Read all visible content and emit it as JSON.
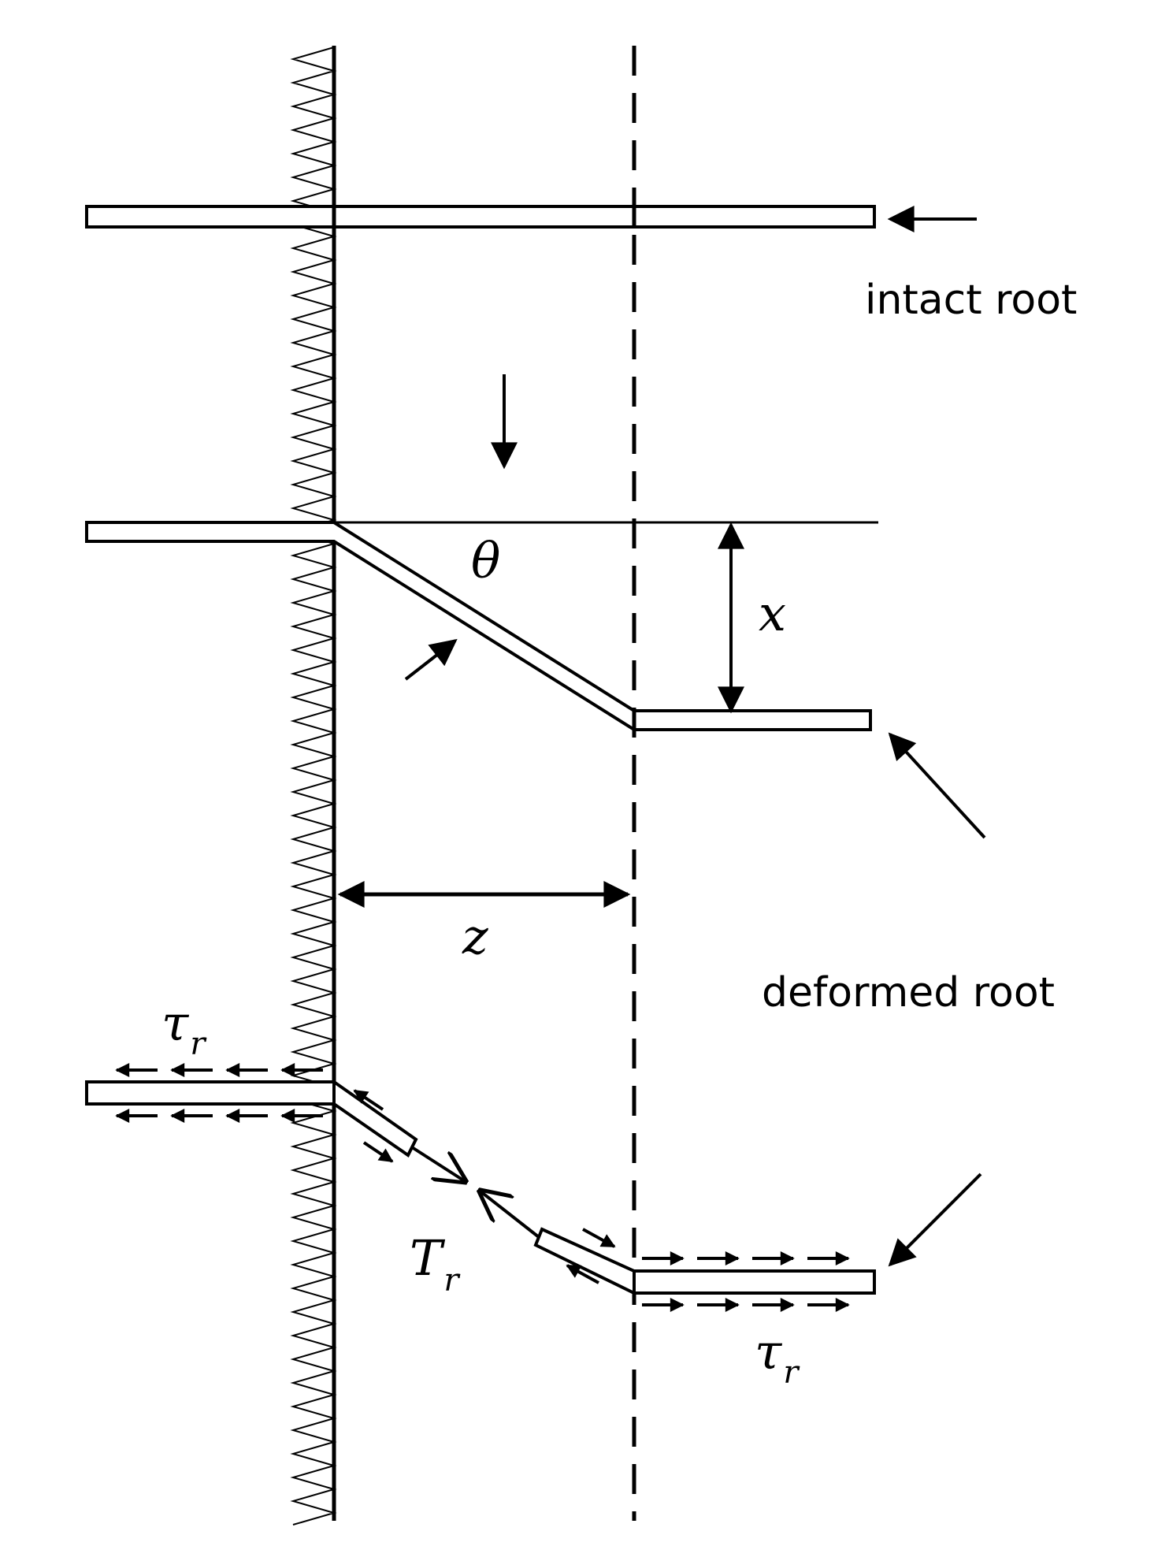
{
  "labels": {
    "intact_root": "intact root",
    "deformed_root": "deformed root",
    "theta": "θ",
    "x": "x",
    "z": "z",
    "tension_symbol": "T",
    "tension_subscript": "r",
    "shear_symbol": "τ",
    "shear_subscript": "r"
  },
  "colors": {
    "line": "#000000",
    "background": "#ffffff",
    "root_fill": "#ffffff"
  }
}
